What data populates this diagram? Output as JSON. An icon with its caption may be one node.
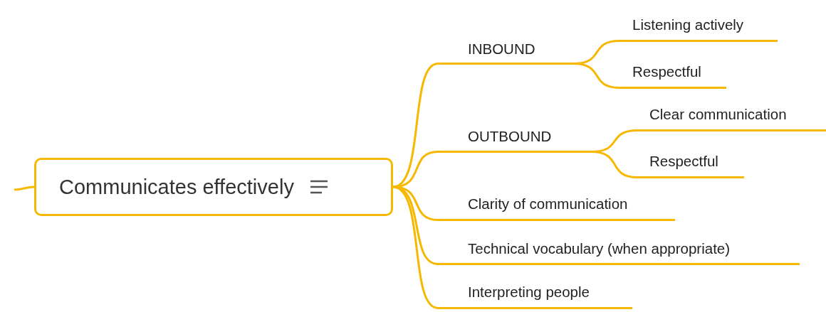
{
  "diagram": {
    "nodes": [
      {
        "text": [
          "Communicates effectively"
        ]
      },
      {
        "text": [
          "INBOUND"
        ]
      },
      {
        "text": [
          "Listening actively"
        ]
      },
      {
        "text": [
          "Respectful"
        ]
      },
      {
        "text": [
          "OUTBOUND"
        ]
      },
      {
        "text": [
          "Clear communication"
        ]
      },
      {
        "text": [
          "Respectful"
        ]
      },
      {
        "text": [
          "Clarity of communication"
        ]
      },
      {
        "text": [
          "Technical vocabulary (when appropriate)"
        ]
      },
      {
        "text": [
          "Interpreting people"
        ]
      }
    ],
    "edges": [
      {
        "from": null,
        "to": 0,
        "arrow": "none"
      },
      {
        "from": 0,
        "to": 1,
        "arrow": "none"
      },
      {
        "from": 0,
        "to": 4,
        "arrow": "none"
      },
      {
        "from": 0,
        "to": 7,
        "arrow": "none"
      },
      {
        "from": 0,
        "to": 8,
        "arrow": "none"
      },
      {
        "from": 0,
        "to": 9,
        "arrow": "none"
      },
      {
        "from": 1,
        "to": 2,
        "arrow": "none"
      },
      {
        "from": 1,
        "to": 3,
        "arrow": "none"
      },
      {
        "from": 4,
        "to": 5,
        "arrow": "none"
      },
      {
        "from": 4,
        "to": 6,
        "arrow": "none"
      }
    ]
  }
}
